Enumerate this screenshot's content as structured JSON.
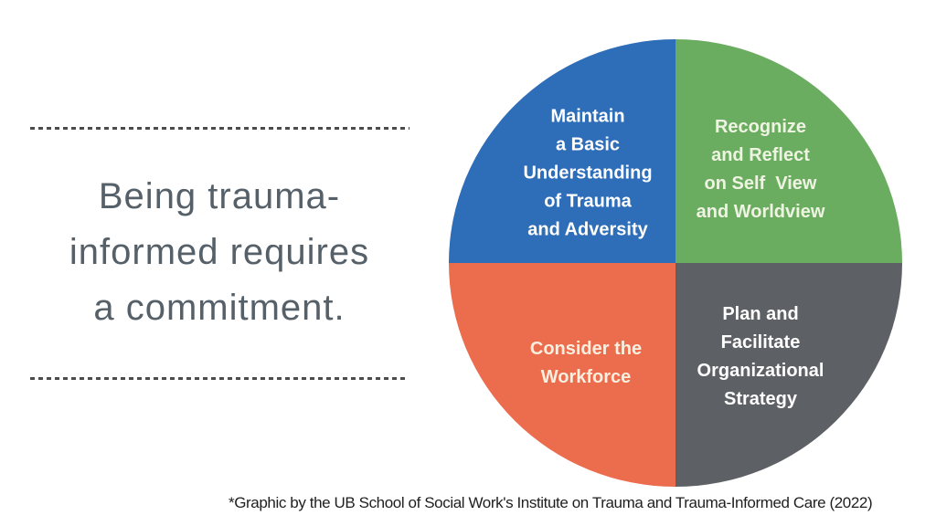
{
  "page": {
    "background": "#ffffff"
  },
  "left_panel": {
    "headline": "Being trauma-\ninformed requires\na commitment.",
    "headline_color": "#566069",
    "divider_color": "#4c4c4c"
  },
  "diagram": {
    "type": "quadrant-circle",
    "quadrants": [
      {
        "position": "top-left",
        "label": "Maintain\na Basic\nUnderstanding\nof Trauma\nand Adversity",
        "color": "#2e6db7",
        "text_color": "#ffffff"
      },
      {
        "position": "top-right",
        "label": "Recognize\nand Reflect\non Self  View\nand Worldview",
        "color": "#6bad60",
        "text_color": "#eef3e2"
      },
      {
        "position": "bottom-left",
        "label": "Consider the\nWorkforce",
        "color": "#ec6c4e",
        "text_color": "#f8efdf"
      },
      {
        "position": "bottom-right",
        "label": "Plan and\nFacilitate\nOrganizational\nStrategy",
        "color": "#5d6065",
        "text_color": "#ffffff"
      }
    ]
  },
  "footer": {
    "caption": "*Graphic by the UB School of Social Work's Institute on Trauma and Trauma-Informed Care (2022)",
    "caption_color": "#1f1f1f"
  }
}
